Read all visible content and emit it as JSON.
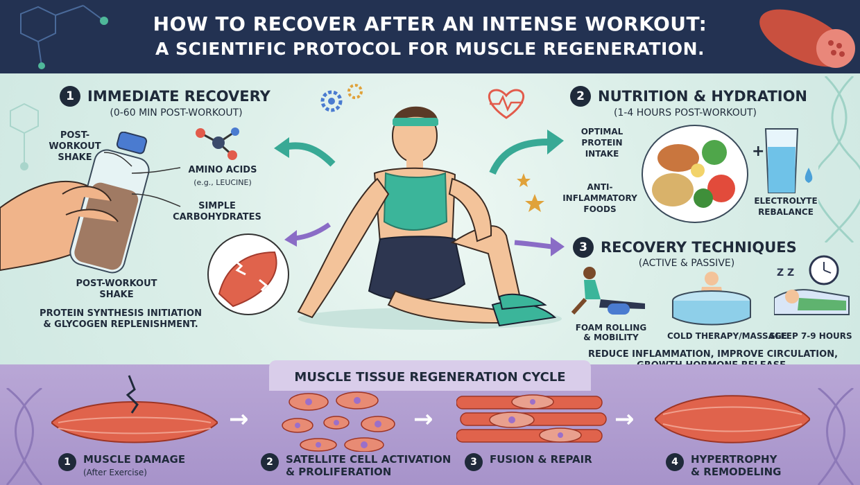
{
  "header": {
    "title_line1": "HOW TO RECOVER AFTER AN INTENSE WORKOUT:",
    "title_line2": "A SCIENTIFIC PROTOCOL FOR MUSCLE REGENERATION."
  },
  "section1": {
    "number": "1",
    "title": "IMMEDIATE RECOVERY",
    "subtitle": "(0-60 MIN POST-WORKOUT)",
    "label_shake_top": "POST-\nWORKOUT\nSHAKE",
    "label_amino": "AMINO ACIDS",
    "label_amino_eg": "(e.g., LEUCINE)",
    "label_carbs": "SIMPLE\nCARBOHYDRATES",
    "label_shake_bottom": "POST-WORKOUT\nSHAKE",
    "summary": "PROTEIN SYNTHESIS INITIATION\n& GLYCOGEN REPLENISHMENT."
  },
  "section2": {
    "number": "2",
    "title": "NUTRITION & HYDRATION",
    "subtitle": "(1-4 HOURS POST-WORKOUT)",
    "label_protein": "OPTIMAL\nPROTEIN\nINTAKE",
    "label_anti": "ANTI-\nINFLAMMATORY\nFOODS",
    "label_electrolyte": "ELECTROLYTE\nREBALANCE",
    "plus": "+"
  },
  "section3": {
    "number": "3",
    "title": "RECOVERY TECHNIQUES",
    "subtitle": "(ACTIVE & PASSIVE)",
    "tech1": "FOAM ROLLING\n& MOBILITY",
    "tech2": "COLD THERAPY/MASSAGE",
    "tech3": "SLEEP 7-9 HOURS",
    "summary": "REDUCE INFLAMMATION, IMPROVE CIRCULATION,\nGROWTH HORMONE RELEASE.",
    "sleep_z": "Z Z"
  },
  "cycle": {
    "title": "MUSCLE TISSUE REGENERATION CYCLE",
    "stages": [
      {
        "number": "1",
        "label": "MUSCLE DAMAGE",
        "sub": "(After Exercise)"
      },
      {
        "number": "2",
        "label": "SATELLITE CELL ACTIVATION\n& PROLIFERATION",
        "sub": ""
      },
      {
        "number": "3",
        "label": "FUSION & REPAIR",
        "sub": ""
      },
      {
        "number": "4",
        "label": "HYPERTROPHY\n& REMODELING",
        "sub": ""
      }
    ],
    "arrow": "→"
  },
  "colors": {
    "header_bg": "#233252",
    "main_bg": "#d9eee9",
    "cycle_bg": "#a793ca",
    "muscle": "#e0634c",
    "shirt": "#3bb59a",
    "accent_purple": "#8a6cc6",
    "accent_teal": "#38a995"
  }
}
